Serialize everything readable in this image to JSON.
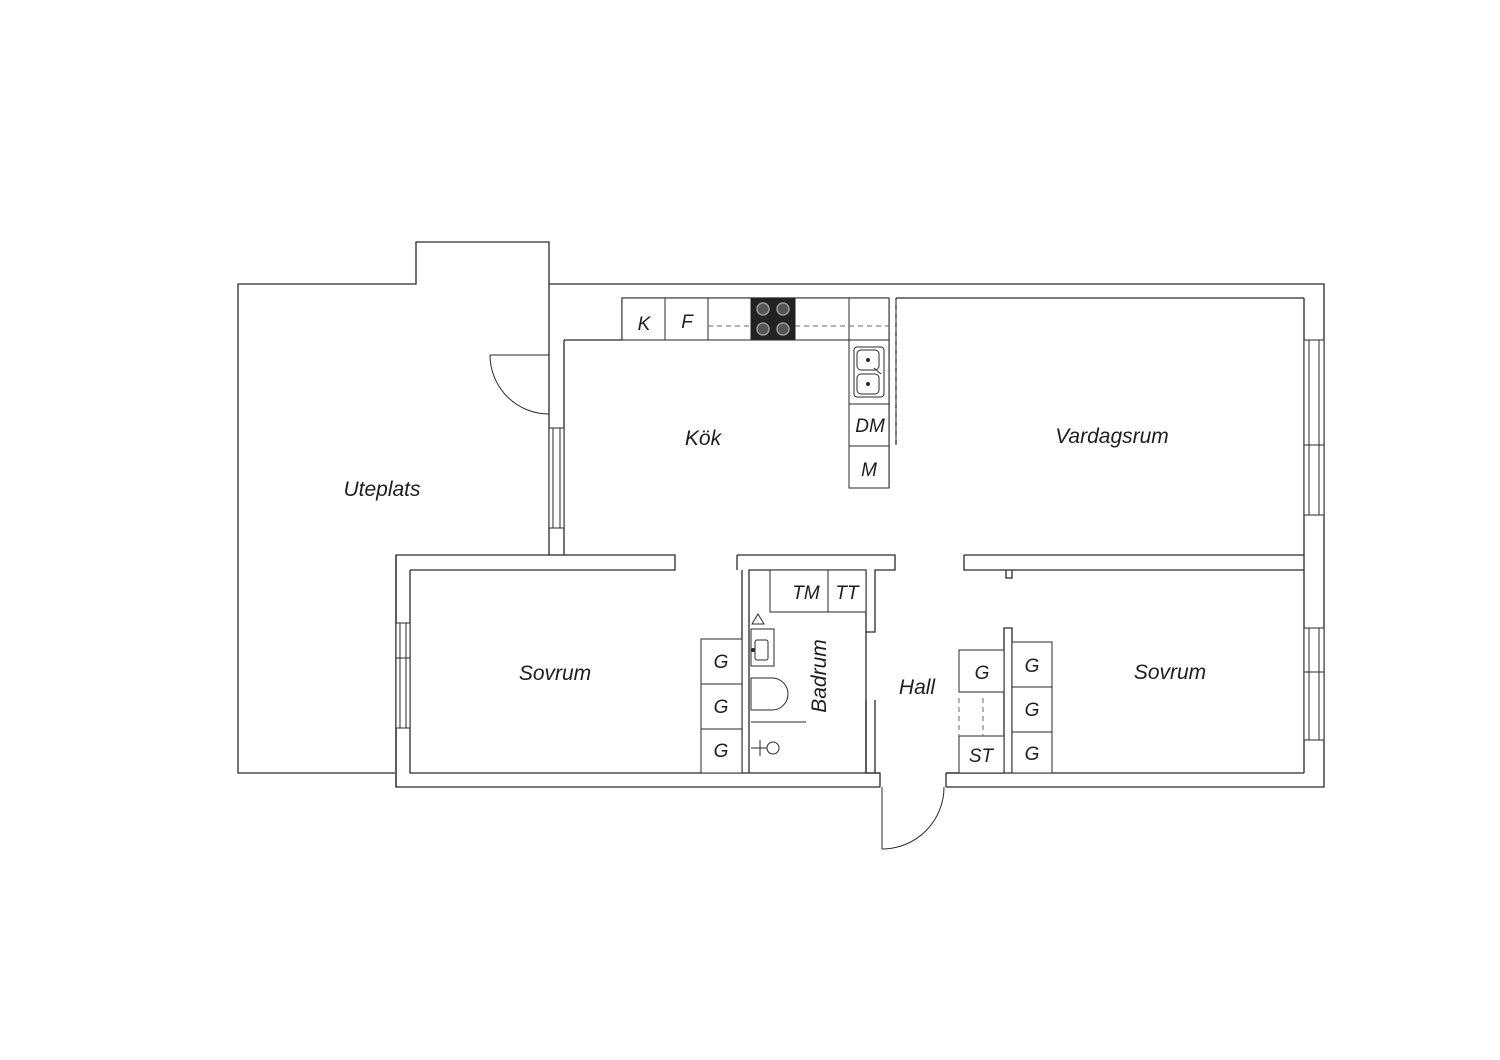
{
  "rooms": {
    "uteplats": "Uteplats",
    "kok": "Kök",
    "vardagsrum": "Vardagsrum",
    "sovrum_left": "Sovrum",
    "sovrum_right": "Sovrum",
    "badrum": "Badrum",
    "hall": "Hall"
  },
  "fixtures": {
    "kyl": "K",
    "frys": "F",
    "diskmaskin": "DM",
    "mikro": "M",
    "tvattmaskin": "TM",
    "torktumlare": "TT",
    "garderob": "G",
    "stad": "ST"
  },
  "colors": {
    "wall": "#2a2a2a",
    "stove": "#222222",
    "background": "#ffffff"
  }
}
